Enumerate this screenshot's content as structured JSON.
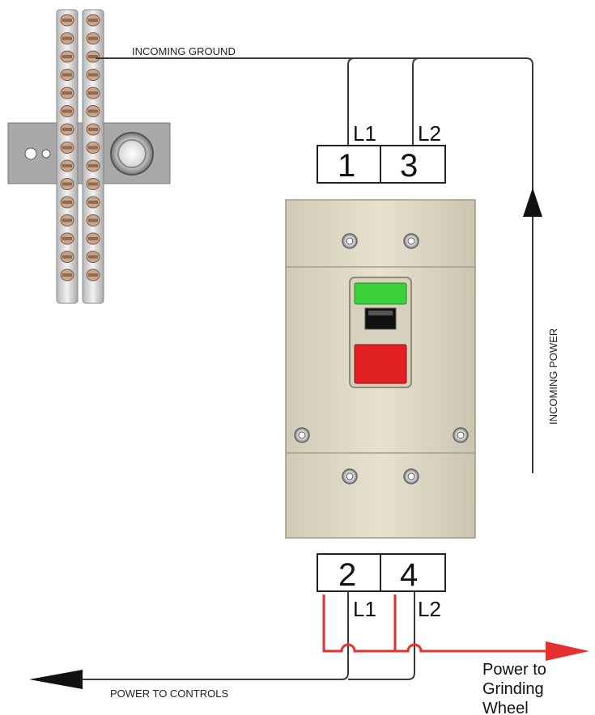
{
  "labels": {
    "incoming_ground": "INCOMING GROUND",
    "incoming_power": "INCOMING POWER",
    "power_to_controls": "POWER TO CONTROLS",
    "power_to_wheel": [
      "Power to",
      "Grinding",
      "Wheel"
    ]
  },
  "top_terminals": {
    "left": {
      "line": "L1",
      "number": "1"
    },
    "right": {
      "line": "L2",
      "number": "3"
    }
  },
  "bottom_terminals": {
    "left": {
      "line": "L1",
      "number": "2"
    },
    "right": {
      "line": "L2",
      "number": "4"
    }
  },
  "colors": {
    "wire": "#3a3a3a",
    "output_wire": "#e53030",
    "start_button": "#3ad13a",
    "stop_button": "#e02020",
    "switch_body": "#dcd8c4",
    "ground_bar": "#c9a58a"
  },
  "icons": {
    "arrow_up": "arrow-up-icon",
    "arrow_left": "arrow-left-icon",
    "arrow_right": "arrow-right-icon"
  }
}
